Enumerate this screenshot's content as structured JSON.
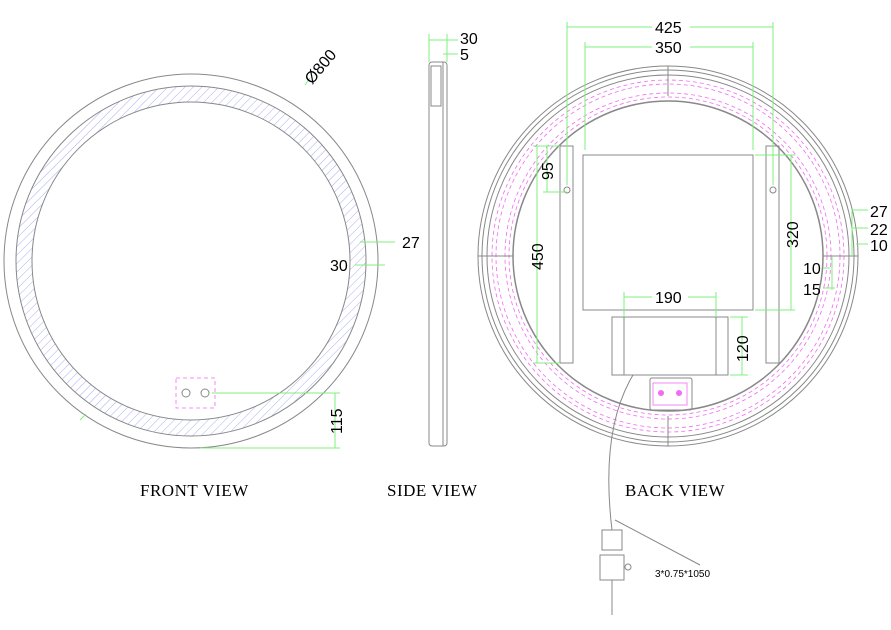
{
  "views": {
    "front": "FRONT VIEW",
    "side": "SIDE VIEW",
    "back": "BACK VIEW"
  },
  "dimensions": {
    "diameter": "Ø800",
    "front_ring_width": "27",
    "front_ring_inset": "30",
    "front_switch_height": "115",
    "side_depth": "30",
    "side_glass": "5",
    "back_bracket_spacing": "425",
    "back_box_width": "350",
    "back_hole_offset": "95",
    "back_bracket_length": "450",
    "back_box_height": "320",
    "back_driver_width": "190",
    "back_driver_height": "120",
    "edge_27": "27",
    "edge_22": "22",
    "edge_10": "10",
    "inner_10": "10",
    "inner_15": "15",
    "cable_spec": "3*0.75*1050"
  },
  "colors": {
    "dimension": "#7cf07c",
    "outline": "#888888",
    "led": "#f06cf0",
    "hatch": "#8a8af0"
  }
}
